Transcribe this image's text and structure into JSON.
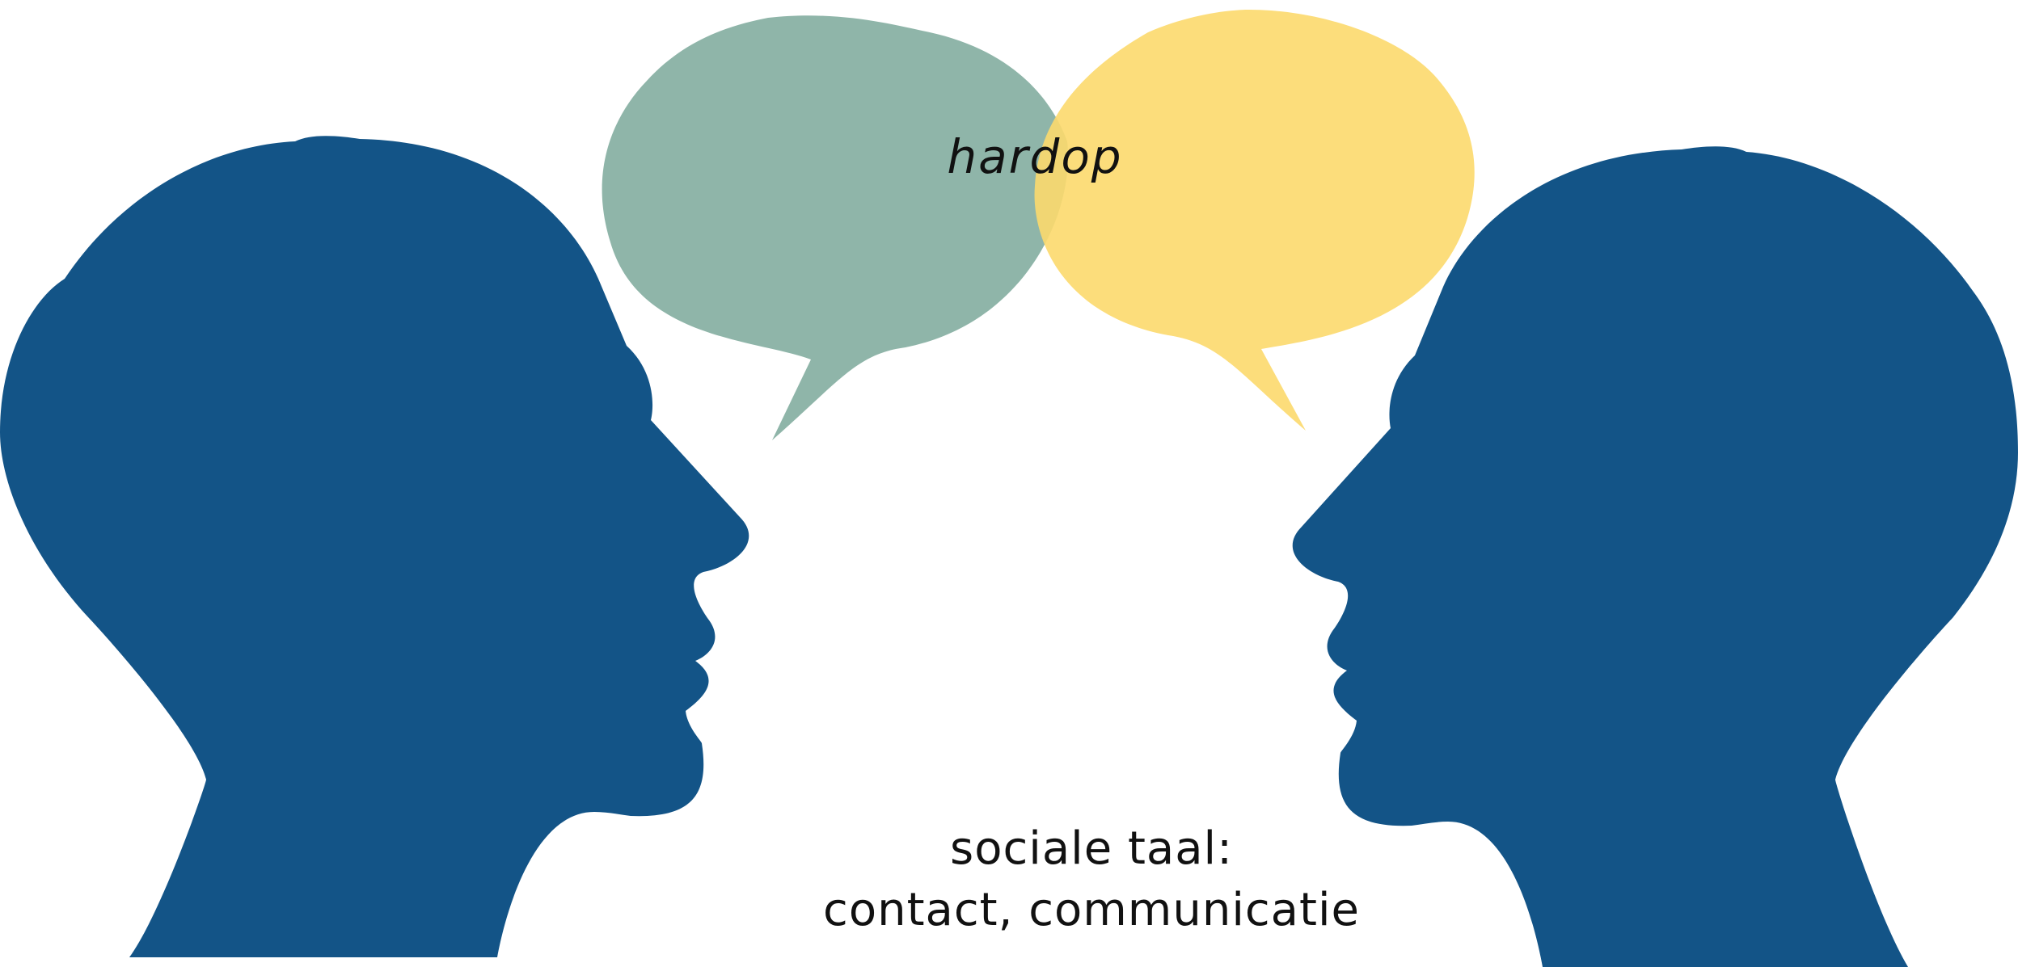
{
  "illustration": {
    "speech_word": "hardop",
    "caption_line1": "sociale taal:",
    "caption_line2": "contact, communicatie",
    "colors": {
      "head": "#135487",
      "bubble_left": "#8fb5a9",
      "bubble_right": "#fcd96d",
      "background": "#ffffff"
    },
    "icons": {
      "left_head": "head-silhouette-facing-right",
      "right_head": "head-silhouette-facing-left",
      "left_bubble": "speech-bubble",
      "right_bubble": "speech-bubble"
    }
  }
}
